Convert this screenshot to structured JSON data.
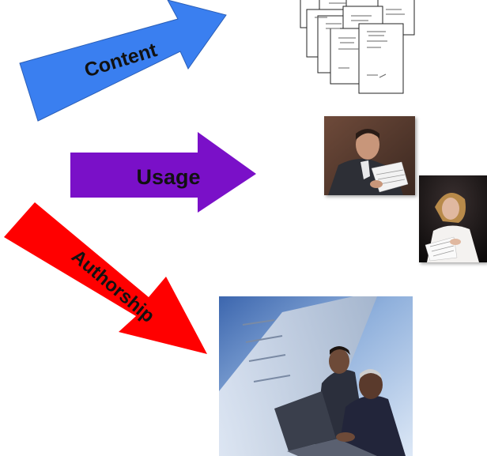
{
  "arrows": {
    "content": {
      "label": "Content",
      "color": "#3a7ff0"
    },
    "usage": {
      "label": "Usage",
      "color": "#7a10c8"
    },
    "authorship": {
      "label": "Authorship",
      "color": "#ff0000"
    }
  },
  "images": {
    "documents": {
      "icon": "document-stack-icon"
    },
    "man_reading": {
      "icon": "man-reading-photo"
    },
    "woman_reading": {
      "icon": "woman-reading-photo"
    },
    "team_laptop": {
      "icon": "business-team-laptop-photo"
    }
  }
}
